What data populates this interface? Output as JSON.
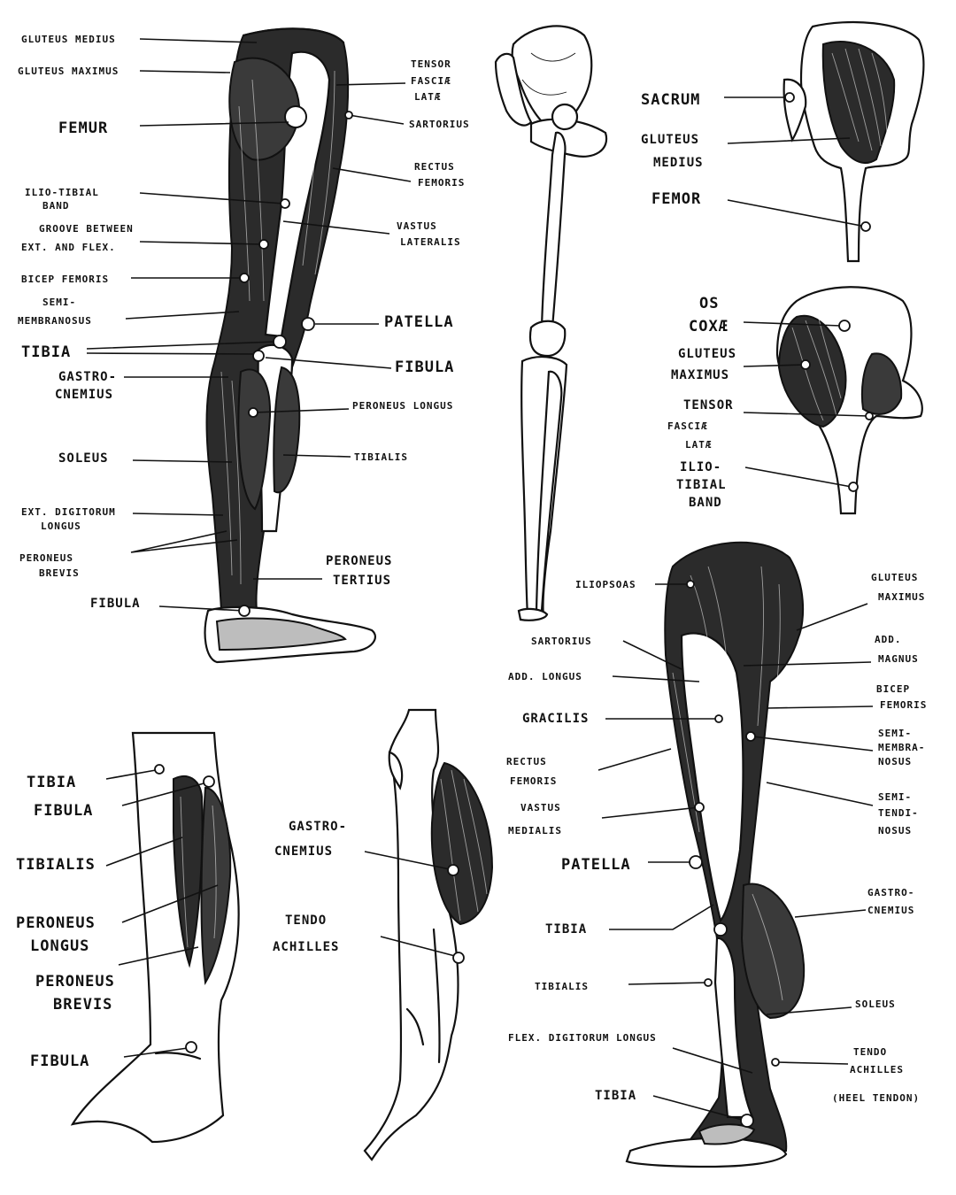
{
  "figure_side_view": {
    "labels": [
      "GLUTEUS MEDIUS",
      "GLUTEUS MAXIMUS",
      "FEMUR",
      "ILIO-TIBIAL",
      "BAND",
      "GROOVE BETWEEN",
      "EXT. AND FLEX.",
      "BICEP FEMORIS",
      "SEMI-",
      "MEMBRANOSUS",
      "TIBIA",
      "GASTRO-",
      "CNEMIUS",
      "SOLEUS",
      "EXT. DIGITORUM",
      "LONGUS",
      "PERONEUS",
      "BREVIS",
      "FIBULA",
      "TENSOR",
      "FASCIÆ",
      "LATÆ",
      "SARTORIUS",
      "RECTUS",
      "FEMORIS",
      "VASTUS",
      "LATERALIS",
      "PATELLA",
      "FIBULA",
      "PERONEUS LONGUS",
      "TIBIALIS",
      "PERONEUS",
      "TERTIUS"
    ]
  },
  "figure_pelvis_top": {
    "labels": [
      "SACRUM",
      "GLUTEUS",
      "MEDIUS",
      "FEMOR"
    ]
  },
  "figure_pelvis_mid": {
    "labels": [
      "OS",
      "COXÆ",
      "GLUTEUS",
      "MAXIMUS",
      "TENSOR",
      "FASCIÆ",
      "LATÆ",
      "ILIO-",
      "TIBIAL",
      "BAND"
    ]
  },
  "figure_lower_leg_front": {
    "labels": [
      "TIBIA",
      "FIBULA",
      "TIBIALIS",
      "PERONEUS",
      "LONGUS",
      "PERONEUS",
      "BREVIS",
      "FIBULA"
    ]
  },
  "figure_calf": {
    "labels": [
      "GASTRO-",
      "CNEMIUS",
      "TENDO",
      "ACHILLES"
    ]
  },
  "figure_inner_leg": {
    "labels": [
      "ILIOPSOAS",
      "SARTORIUS",
      "ADD. LONGUS",
      "GRACILIS",
      "RECTUS",
      "FEMORIS",
      "VASTUS",
      "MEDIALIS",
      "PATELLA",
      "TIBIA",
      "TIBIALIS",
      "FLEX. DIGITORUM LONGUS",
      "TIBIA",
      "GLUTEUS",
      "MAXIMUS",
      "ADD.",
      "MAGNUS",
      "BICEP",
      "FEMORIS",
      "SEMI-",
      "MEMBRA-",
      "NOSUS",
      "SEMI-",
      "TENDI-",
      "NOSUS",
      "GASTRO-",
      "CNEMIUS",
      "SOLEUS",
      "TENDO",
      "ACHILLES",
      "(HEEL TENDON)"
    ]
  },
  "icons": [
    "leg-side-muscles",
    "leg-skeleton",
    "pelvis-gluteus-medius",
    "pelvis-gluteus-maximus",
    "lower-leg-front",
    "calf-outline",
    "leg-inner-muscles"
  ],
  "colors": {
    "ink": "#111111",
    "paper": "#ffffff"
  }
}
